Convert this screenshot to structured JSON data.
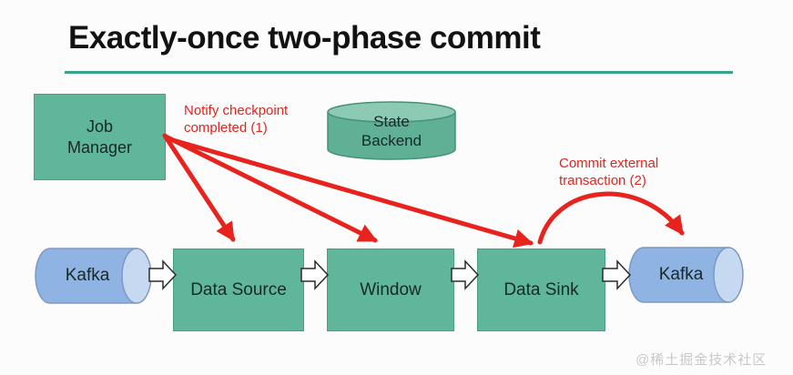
{
  "title": "Exactly-once two-phase commit",
  "annotations": {
    "notify": {
      "lines": [
        "Notify checkpoint",
        "completed (1)"
      ]
    },
    "commit": {
      "lines": [
        "Commit external",
        "transaction (2)"
      ]
    }
  },
  "nodes": {
    "job_manager": {
      "lines": [
        "Job",
        "Manager"
      ]
    },
    "state_backend": {
      "lines": [
        "State",
        "Backend"
      ]
    },
    "kafka_left": {
      "label": "Kafka"
    },
    "data_source": {
      "label": "Data Source"
    },
    "window": {
      "label": "Window"
    },
    "data_sink": {
      "label": "Data Sink"
    },
    "kafka_right": {
      "label": "Kafka"
    }
  },
  "watermark": "@稀土掘金技术社区",
  "colors": {
    "accent_underline": "#3aa38c",
    "node_green": "#5fb69a",
    "cylinder_green": "#5fb094",
    "cylinder_green_top": "#8ccab3",
    "kafka_blue": "#8fb3e2",
    "kafka_blue_cap": "#c7d9f1",
    "arrow_red": "#e8221d",
    "text_dark": "#17282a"
  }
}
